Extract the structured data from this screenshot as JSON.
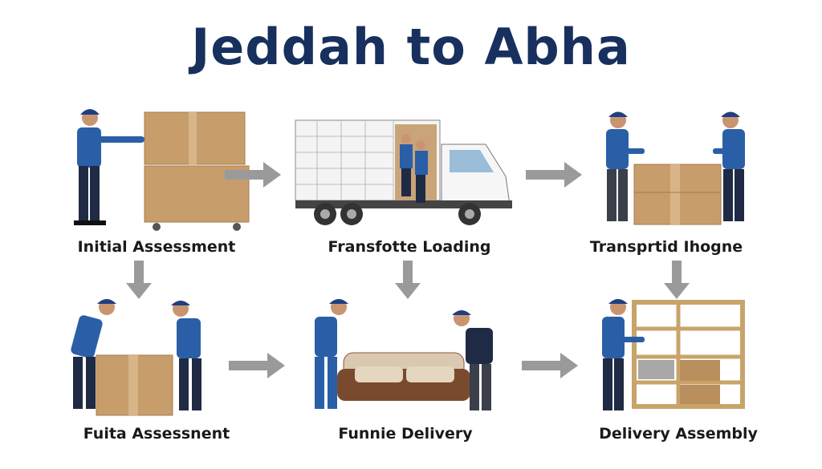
{
  "title": "Jeddah to Abha",
  "steps": [
    {
      "label": "Initial Assessment"
    },
    {
      "label": "Fransfotte Loading"
    },
    {
      "label": "Transprtid Ihogne"
    },
    {
      "label": "Fuita Assessnent"
    },
    {
      "label": "Funnie Delivery"
    },
    {
      "label": "Delivery Assembly"
    }
  ],
  "colors": {
    "title": "#17305e",
    "shirt": "#2a5fa8",
    "pants": "#1f2a44",
    "box": "#c79d6b",
    "arrow": "#9a9a9a"
  }
}
